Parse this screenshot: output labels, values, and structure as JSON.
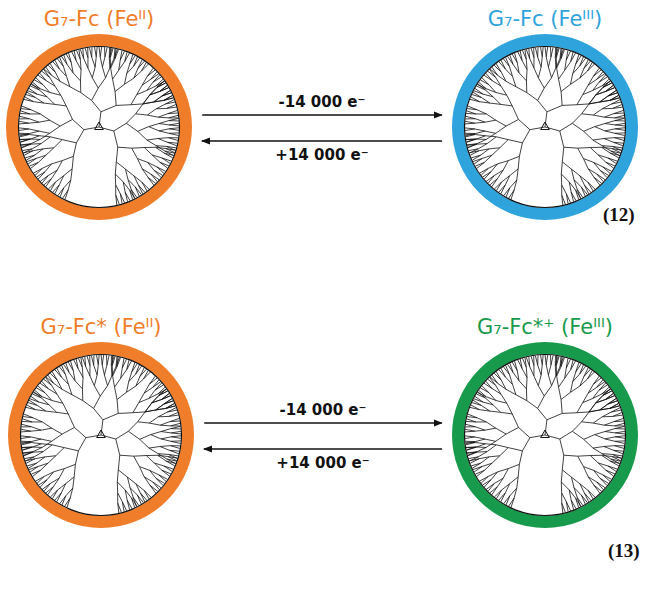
{
  "diagram": {
    "nodes": [
      {
        "text": [
          "G₇-Fc (Feᴵᴵ)"
        ]
      },
      {
        "text": [
          "G₇-Fc (Feᴵᴵᴵ)"
        ]
      },
      {
        "text": [
          "G₇-Fc* (Feᴵᴵ)"
        ]
      },
      {
        "text": [
          "G₇-Fc*⁺ (Feᴵᴵᴵ)"
        ]
      }
    ],
    "edges": [
      {
        "from": 0,
        "to": 1,
        "label": "-14 000 e⁻",
        "arrow": "to"
      },
      {
        "from": 1,
        "to": 0,
        "label": "+14 000 e⁻",
        "arrow": "to"
      },
      {
        "from": 2,
        "to": 3,
        "label": "-14 000 e⁻",
        "arrow": "to"
      },
      {
        "from": 3,
        "to": 2,
        "label": "+14 000 e⁻",
        "arrow": "to"
      }
    ],
    "labels": [
      "(12)",
      "(13)"
    ]
  }
}
